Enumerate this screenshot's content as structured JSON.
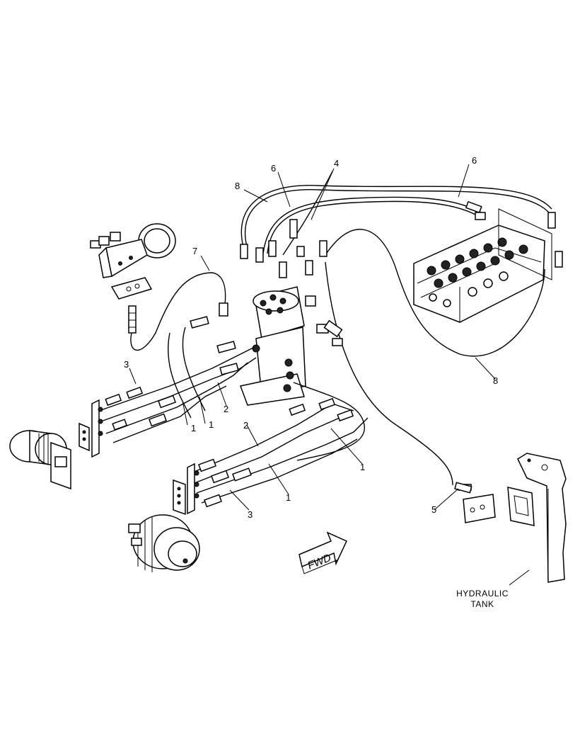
{
  "callouts": [
    {
      "id": "c1",
      "text": "1"
    },
    {
      "id": "c2",
      "text": "1"
    },
    {
      "id": "c3",
      "text": "1"
    },
    {
      "id": "c4",
      "text": "1"
    },
    {
      "id": "c5",
      "text": "2"
    },
    {
      "id": "c6",
      "text": "2"
    },
    {
      "id": "c7",
      "text": "3"
    },
    {
      "id": "c8",
      "text": "3"
    },
    {
      "id": "c9",
      "text": "4"
    },
    {
      "id": "c10",
      "text": "5"
    },
    {
      "id": "c11",
      "text": "6"
    },
    {
      "id": "c12",
      "text": "6"
    },
    {
      "id": "c13",
      "text": "7"
    },
    {
      "id": "c14",
      "text": "8"
    },
    {
      "id": "c15",
      "text": "8"
    }
  ],
  "labels": {
    "tank_line1": "HYDRAULIC",
    "tank_line2": "TANK",
    "direction": "FWD"
  }
}
